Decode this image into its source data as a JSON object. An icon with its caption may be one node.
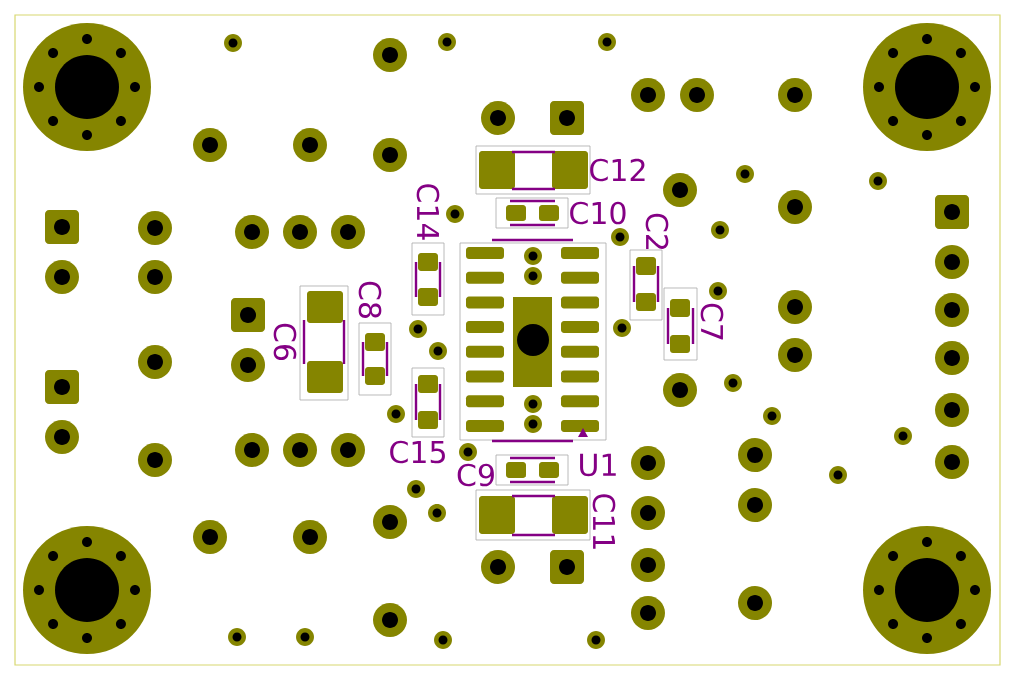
{
  "diagram": {
    "labels": [
      "C12",
      "C10",
      "C14",
      "C2",
      "C8",
      "C7",
      "C6",
      "C15",
      "C9",
      "U1",
      "C11"
    ]
  }
}
